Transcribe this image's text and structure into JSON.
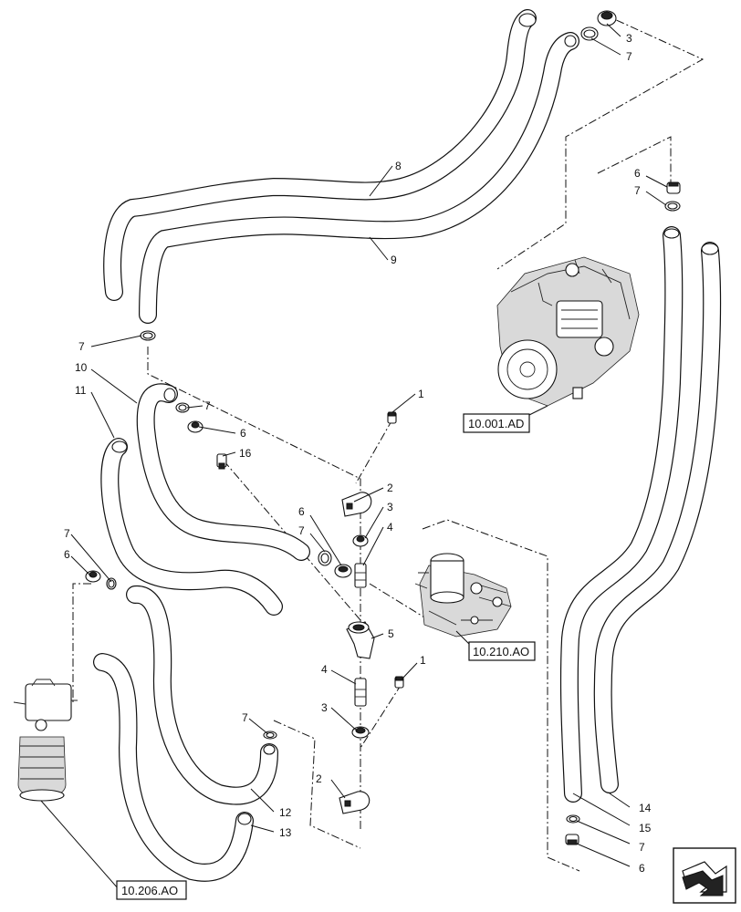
{
  "callouts": {
    "c_1a": "1",
    "c_1b": "1",
    "c_2a": "2",
    "c_2b": "2",
    "c_3a": "3",
    "c_3b": "3",
    "c_3c": "3",
    "c_4a": "4",
    "c_4b": "4",
    "c_5": "5",
    "c_6a": "6",
    "c_6b": "6",
    "c_6c": "6",
    "c_6d": "6",
    "c_6e": "6",
    "c_7a": "7",
    "c_7b": "7",
    "c_7c": "7",
    "c_7d": "7",
    "c_7e": "7",
    "c_7f": "7",
    "c_7g": "7",
    "c_7h": "7",
    "c_8": "8",
    "c_9": "9",
    "c_10": "10",
    "c_11": "11",
    "c_12": "12",
    "c_13": "13",
    "c_14": "14",
    "c_15": "15",
    "c_16": "16"
  },
  "references": {
    "engine": "10.001.AD",
    "filter_head": "10.210.AO",
    "fuel_filter": "10.206.AO"
  },
  "icons": {
    "navigation": "arrow-icon"
  }
}
